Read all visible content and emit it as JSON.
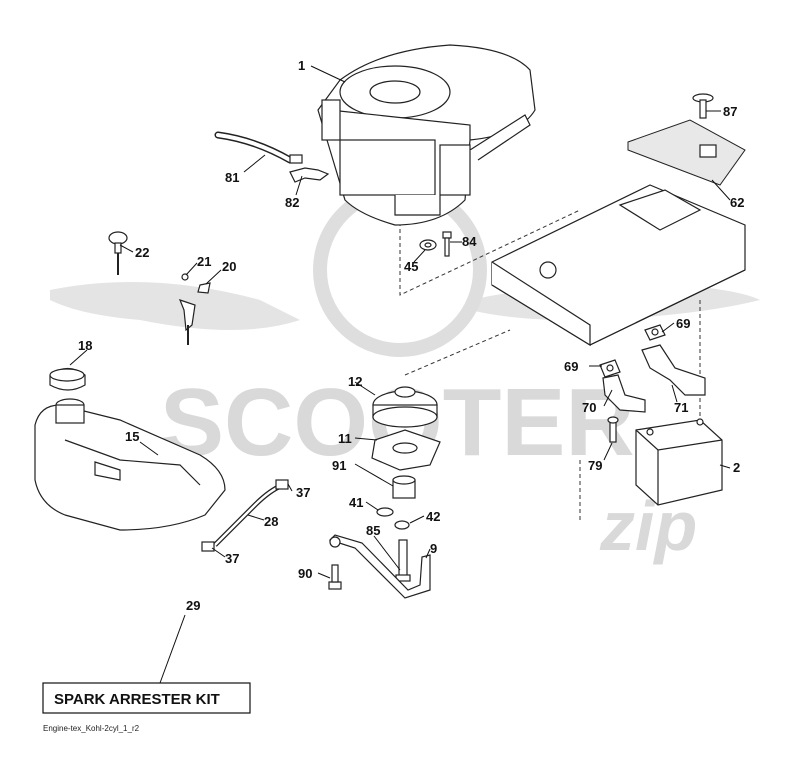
{
  "diagram": {
    "kit_label": "SPARK ARRESTER KIT",
    "footer_ref": "Engine-tex_Kohl-2cyl_1_r2",
    "watermark_text": "SCOOTER",
    "watermark_script": "zip",
    "callouts": [
      "1",
      "87",
      "81",
      "82",
      "62",
      "84",
      "45",
      "22",
      "21",
      "20",
      "69",
      "18",
      "12",
      "69",
      "70",
      "71",
      "15",
      "11",
      "91",
      "79",
      "2",
      "37",
      "41",
      "42",
      "28",
      "85",
      "9",
      "37",
      "90",
      "29"
    ]
  },
  "colors": {
    "ink": "#111111",
    "watermark": "#d9d9d9",
    "shade": "#e8e8e8"
  }
}
